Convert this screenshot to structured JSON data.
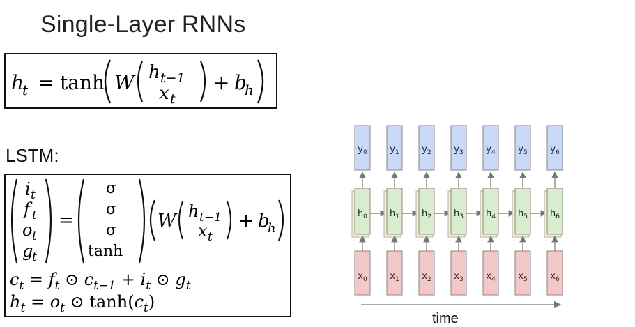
{
  "title": "Single-Layer RNNs",
  "lstm_label": "LSTM:",
  "rnn_equation": {
    "lhs": "h",
    "lhs_sub": "t",
    "eq": "=",
    "func": "tanh",
    "weight": "W",
    "vec_top": "h",
    "vec_top_sub": "t−1",
    "vec_bottom": "x",
    "vec_bottom_sub": "t",
    "plus": "+",
    "bias": "b",
    "bias_sub": "h"
  },
  "lstm_equation": {
    "gates": [
      {
        "sym": "i",
        "sub": "t"
      },
      {
        "sym": "f",
        "sub": "t"
      },
      {
        "sym": "o",
        "sub": "t"
      },
      {
        "sym": "g",
        "sub": "t"
      }
    ],
    "activations": [
      "σ",
      "σ",
      "σ",
      "tanh"
    ],
    "weight": "W",
    "vec_top": "h",
    "vec_top_sub": "t−1",
    "vec_bottom": "x",
    "vec_bottom_sub": "t",
    "bias": "b",
    "bias_sub": "h",
    "cell_line": "c_t = f_t ⊙ c_{t−1} + i_t ⊙ g_t",
    "hidden_line": "h_t = o_t ⊙ tanh(c_t)"
  },
  "diagram": {
    "outputs": [
      "y0",
      "y1",
      "y2",
      "y3",
      "y4",
      "y5",
      "y6"
    ],
    "hidden": [
      "h0",
      "h1",
      "h2",
      "h3",
      "h4",
      "h5",
      "h6"
    ],
    "inputs": [
      "x0",
      "x1",
      "x2",
      "x3",
      "x4",
      "x5",
      "x6"
    ],
    "axis_label": "time",
    "colors": {
      "output_fill": "#c9d8f6",
      "hidden_fill": "#d8ecd0",
      "hidden_shadow": "#f3efcf",
      "input_fill": "#f4c8c8",
      "border": "#888888",
      "arrow": "#777777"
    }
  }
}
